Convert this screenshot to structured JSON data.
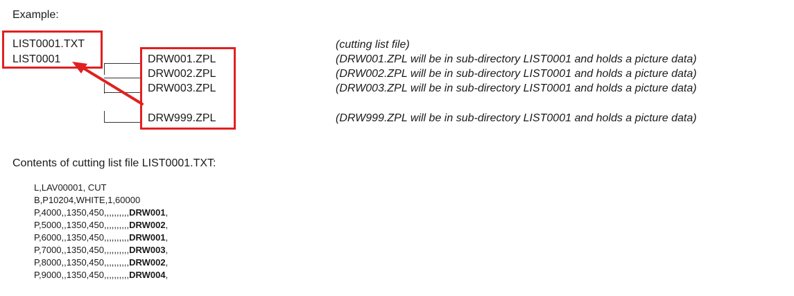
{
  "heading": "Example:",
  "root_file": "LIST0001.TXT",
  "root_dir": "LIST0001",
  "files": [
    {
      "name": "DRW001.ZPL",
      "desc": "(DRW001.ZPL will be in sub-directory LIST0001 and holds a picture data)"
    },
    {
      "name": "DRW002.ZPL",
      "desc": "(DRW002.ZPL will be in sub-directory LIST0001 and holds a picture data)"
    },
    {
      "name": "DRW003.ZPL",
      "desc": "(DRW003.ZPL will be in sub-directory LIST0001 and holds a picture data)"
    },
    {
      "name": "DRW999.ZPL",
      "desc": "(DRW999.ZPL will be in sub-directory LIST0001 and holds a picture data)"
    }
  ],
  "root_file_desc": "(cutting list file)",
  "contents_heading": "Contents of cutting list file LIST0001.TXT:",
  "contents_lines": [
    {
      "text": "L,LAV00001, CUT",
      "bold": ""
    },
    {
      "text": "B,P10204,WHITE,1,60000",
      "bold": ""
    },
    {
      "text": "P,4000,,1350,450,,,,,,,,,,",
      "bold": "DRW001",
      "tail": ","
    },
    {
      "text": "P,5000,,1350,450,,,,,,,,,,",
      "bold": "DRW002",
      "tail": ","
    },
    {
      "text": "P,6000,,1350,450,,,,,,,,,,",
      "bold": "DRW001",
      "tail": ","
    },
    {
      "text": "P,7000,,1350,450,,,,,,,,,,",
      "bold": "DRW003",
      "tail": ","
    },
    {
      "text": "P,8000,,1350,450,,,,,,,,,,",
      "bold": "DRW002",
      "tail": ","
    },
    {
      "text": "P,9000,,1350,450,,,,,,,,,,",
      "bold": "DRW004",
      "tail": ","
    }
  ],
  "highlight_color": "#e02020"
}
